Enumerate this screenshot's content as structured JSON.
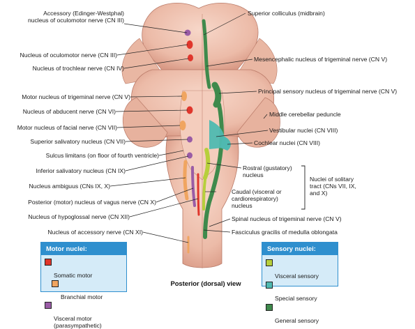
{
  "caption": "Posterior (dorsal) view",
  "labels_left": {
    "accessory_ew": "Accessory (Edinger-Westphal)\nnucleus of oculomotor nerve (CN III)",
    "oculomotor": "Nucleus of oculomotor nerve (CN III)",
    "trochlear": "Nucleus of trochlear nerve (CN IV)",
    "motor_trigeminal": "Motor nucleus of trigeminal nerve (CN V)",
    "abducent": "Nucleus of abducent nerve (CN VI)",
    "facial_motor": "Motor nucleus of facial nerve (CN VII)",
    "sup_salivatory": "Superior salivatory nucleus (CN VII)",
    "sulcus_limitans": "Sulcus limitans (on floor of fourth ventricle)",
    "inf_salivatory": "Inferior salivatory nucleus (CN IX)",
    "ambiguus": "Nucleus ambiguus (CNs IX, X)",
    "vagus_motor": "Posterior (motor) nucleus of vagus nerve (CN X)",
    "hypoglossal": "Nucleus of hypoglossal nerve (CN XII)",
    "accessory_nerve": "Nucleus of accessory nerve (CN XI)"
  },
  "labels_right": {
    "sup_colliculus": "Superior colliculus (midbrain)",
    "mesencephalic": "Mesencephalic nucleus of trigeminal nerve (CN V)",
    "principal_sensory": "Principal sensory nucleus of trigeminal nerve (CN V)",
    "middle_peduncle": "Middle cerebellar peduncle",
    "vestibular": "Vestibular nuclei (CN VIII)",
    "cochlear": "Cochlear nuclei (CN VIII)",
    "rostral": "Rostral (gustatory)\nnucleus",
    "caudal": "Caudal (visceral or\ncardiorespiratory)\nnucleus",
    "solitary_tract": "Nuclei of solitary\ntract (CNs VII, IX,\nand X)",
    "spinal_trigeminal": "Spinal nucleus of trigeminal nerve (CN V)",
    "gracilis": "Fasciculus gracilis of medulla oblongata"
  },
  "motor_legend": {
    "title": "Motor nuclei:",
    "items": [
      {
        "label": "Somatic motor",
        "color": "#e0362c"
      },
      {
        "label": "Branchial motor",
        "color": "#f0a560"
      },
      {
        "label": "Visceral motor\n(parasympathetic)",
        "color": "#9a5ca6"
      }
    ]
  },
  "sensory_legend": {
    "title": "Sensory nuclei:",
    "items": [
      {
        "label": "Visceral sensory",
        "color": "#b7cf3c"
      },
      {
        "label": "Special sensory",
        "color": "#4fb9b0"
      },
      {
        "label": "General sensory",
        "color": "#3f8a4c"
      }
    ]
  },
  "colors": {
    "tissue": "#f0c6b6",
    "tissue_shade": "#d99a86",
    "tissue_line": "#b97a68",
    "legend_head": "#2f8fce",
    "legend_bg": "#d5ebf8"
  }
}
